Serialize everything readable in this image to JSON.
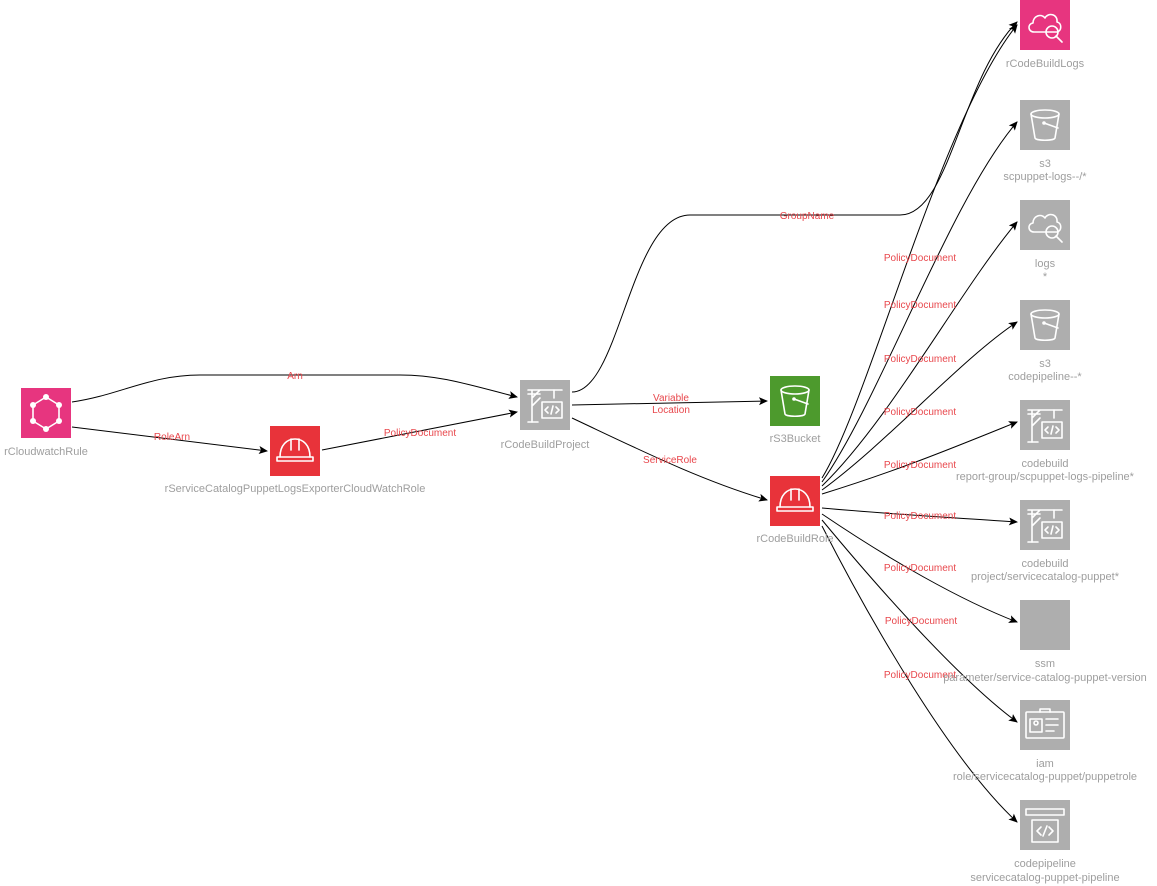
{
  "nodes": {
    "cloudwatch_rule": {
      "label": "rCloudwatchRule",
      "icon": "eventbridge-rule-icon",
      "color": "#e7357f"
    },
    "exporter_role": {
      "label": "rServiceCatalogPuppetLogsExporterCloudWatchRole",
      "icon": "iam-role-helmet-icon",
      "color": "#e8333a"
    },
    "codebuild_project": {
      "label": "rCodeBuildProject",
      "icon": "codebuild-icon",
      "color": "#aeaeae"
    },
    "s3_bucket": {
      "label": "rS3Bucket",
      "icon": "s3-bucket-icon",
      "color": "#4d9a2d"
    },
    "codebuild_role": {
      "label": "rCodeBuildRole",
      "icon": "iam-role-helmet-icon",
      "color": "#e8333a"
    },
    "codebuild_logs": {
      "label": "rCodeBuildLogs",
      "icon": "cloudwatch-logs-icon",
      "color": "#e7357f"
    },
    "res_s3_logs": {
      "line1": "s3",
      "line2": "scpuppet-logs--/*",
      "icon": "s3-bucket-icon"
    },
    "res_logs": {
      "line1": "logs",
      "line2": "*",
      "icon": "cloudwatch-logs-icon"
    },
    "res_s3_pipeline": {
      "line1": "s3",
      "line2": "codepipeline--*",
      "icon": "s3-bucket-icon"
    },
    "res_cb_report": {
      "line1": "codebuild",
      "line2": "report-group/scpuppet-logs-pipeline*",
      "icon": "codebuild-icon"
    },
    "res_cb_project": {
      "line1": "codebuild",
      "line2": "project/servicecatalog-puppet*",
      "icon": "codebuild-icon"
    },
    "res_ssm": {
      "line1": "ssm",
      "line2": "parameter/service-catalog-puppet-version",
      "icon": "ssm-parameter-icon"
    },
    "res_iam": {
      "line1": "iam",
      "line2": "role/servicecatalog-puppet/puppetrole",
      "icon": "iam-identity-icon"
    },
    "res_pipeline": {
      "line1": "codepipeline",
      "line2": "servicecatalog-puppet-pipeline",
      "icon": "codepipeline-icon"
    }
  },
  "edges": {
    "arn": "Arn",
    "role_arn": "RoleArn",
    "policy_document": "PolicyDocument",
    "group_name": "GroupName",
    "variable_location_1": "Variable",
    "variable_location_2": "Location",
    "service_role": "ServiceRole"
  },
  "colors": {
    "edge_label": "#e8474c",
    "node_label": "#9e9e9e",
    "edge": "#000000"
  }
}
